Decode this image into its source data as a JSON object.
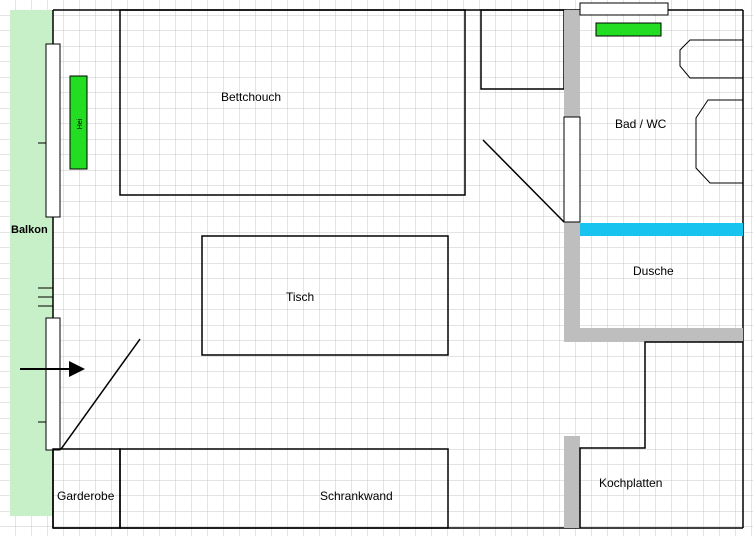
{
  "labels": {
    "balkon": "Balkon",
    "bettchouch": "Bettchouch",
    "tisch": "Tisch",
    "bad_wc": "Bad / WC",
    "dusche": "Dusche",
    "garderobe": "Garderobe",
    "schrankwand": "Schrankwand",
    "kochplatten": "Kochplatten",
    "heizung": "Hei"
  },
  "colors": {
    "grid": "#c8c8c8",
    "wall": "#000000",
    "balcony": "#c8f0c8",
    "heater": "#22dd22",
    "interior_wall": "#bebebe",
    "shower": "#19c3f0"
  }
}
